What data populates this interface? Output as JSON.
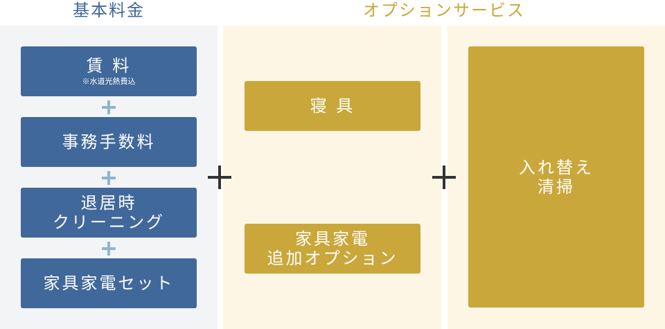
{
  "headings": {
    "basic": "基本料金",
    "option": "オプションサービス"
  },
  "basic": {
    "items": [
      {
        "lines": [
          "賃 料"
        ],
        "note": "※水道光熱費込"
      },
      {
        "lines": [
          "事務手数料"
        ]
      },
      {
        "lines": [
          "退居時",
          "クリーニング"
        ]
      },
      {
        "lines": [
          "家具家電セット"
        ]
      }
    ]
  },
  "option": {
    "items": [
      {
        "lines": [
          "寝 具"
        ]
      },
      {
        "lines": [
          "家具家電",
          "追加オプション"
        ]
      },
      {
        "lines": [
          "入れ替え",
          "清掃"
        ]
      }
    ]
  },
  "colors": {
    "basic_heading": "#41689a",
    "option_heading": "#c9a73a",
    "basic_panel": "#f3f4f6",
    "option_panel": "#fdf6e5",
    "basic_box": "#41689a",
    "option_box": "#c9a73a",
    "small_plus": "#8db6cc",
    "big_plus": "#333333"
  }
}
